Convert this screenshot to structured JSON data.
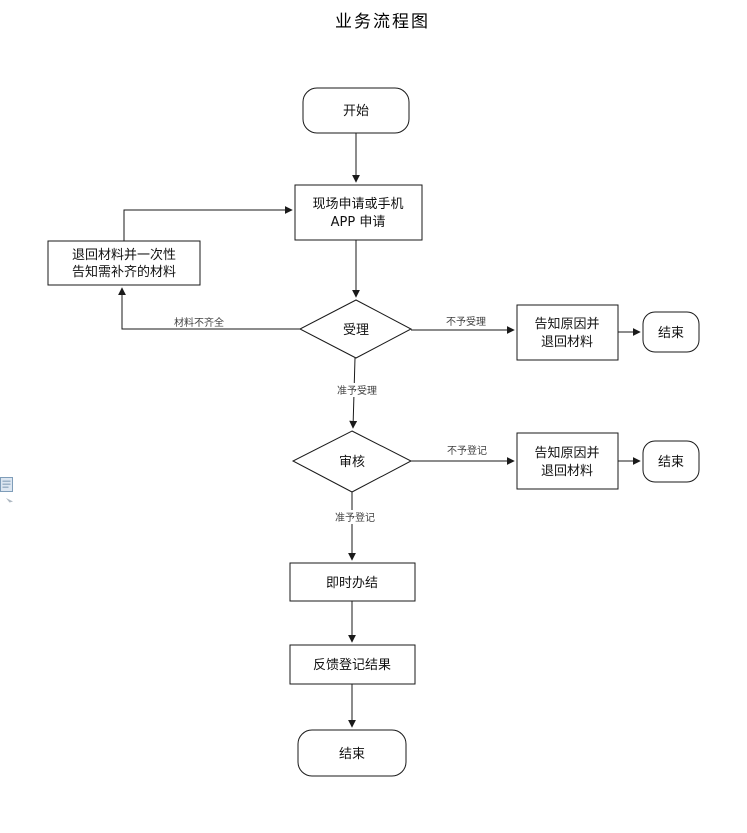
{
  "document": {
    "title": "业务流程图"
  },
  "flowchart": {
    "nodes": {
      "start": {
        "label": "开始"
      },
      "apply": {
        "line1": "现场申请或手机",
        "line2": "APP 申请"
      },
      "return_materials": {
        "line1": "退回材料并一次性",
        "line2": "告知需补齐的材料"
      },
      "accept": {
        "label": "受理"
      },
      "inform_reason_1": {
        "line1": "告知原因并",
        "line2": "退回材料"
      },
      "end_1": {
        "label": "结束"
      },
      "review": {
        "label": "审核"
      },
      "inform_reason_2": {
        "line1": "告知原因并",
        "line2": "退回材料"
      },
      "end_2": {
        "label": "结束"
      },
      "immediate_settle": {
        "label": "即时办结"
      },
      "feedback_result": {
        "label": "反馈登记结果"
      },
      "end_final": {
        "label": "结束"
      }
    },
    "edge_labels": {
      "materials_incomplete": "材料不齐全",
      "not_accepted": "不予受理",
      "accepted": "准予受理",
      "not_registered": "不予登记",
      "registered": "准予登记"
    },
    "colors": {
      "stroke": "#1a1a1a",
      "node_fill": "#ffffff",
      "edge_label": "#404040",
      "background": "#ffffff"
    }
  }
}
